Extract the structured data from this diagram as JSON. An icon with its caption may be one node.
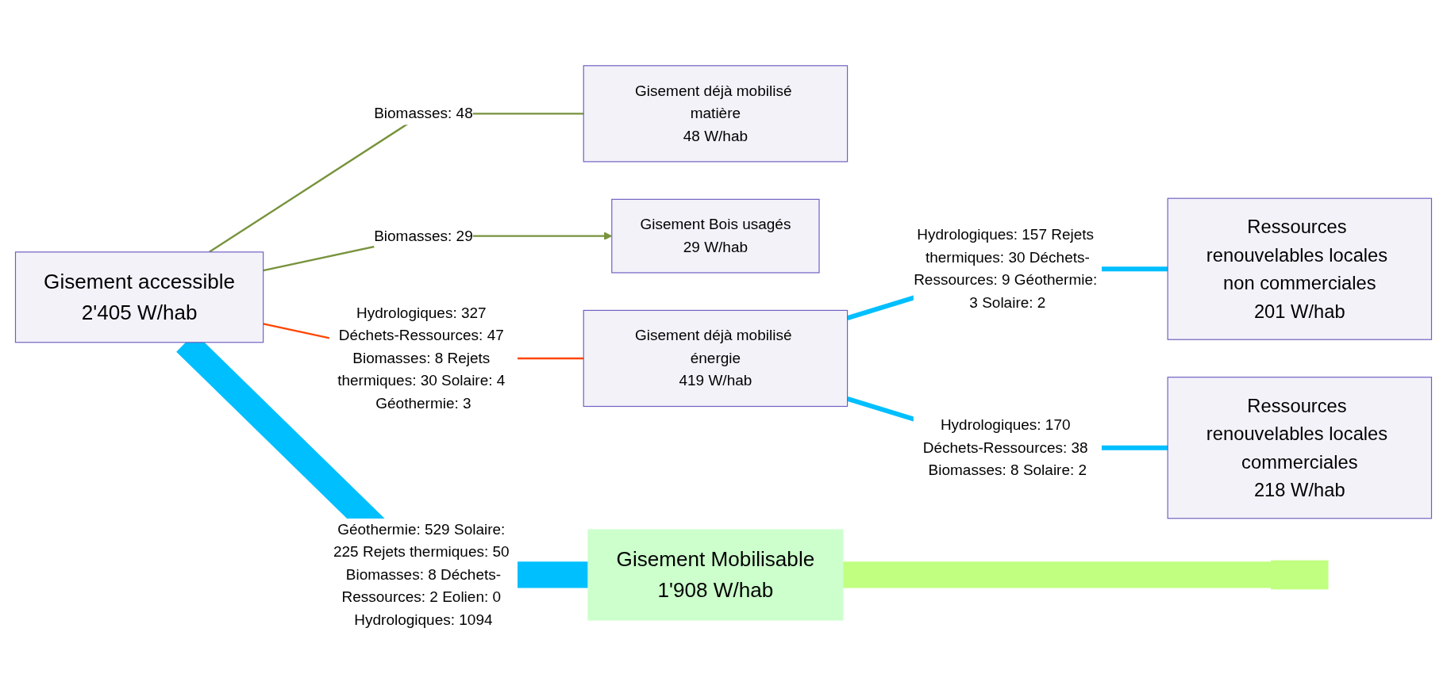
{
  "diagram": {
    "nodes": [
      {
        "text": [
          "Gisement accessible",
          "2'405 W/hab"
        ]
      },
      {
        "text": [
          "Gisement déjà mobilisé matière",
          "48 W/hab"
        ]
      },
      {
        "text": [
          "Gisement Bois usagés",
          "29 W/hab"
        ]
      },
      {
        "text": [
          "Gisement déjà mobilisé énergie",
          "419 W/hab"
        ]
      },
      {
        "text": [
          "Gisement Mobilisable",
          "1'908 W/hab"
        ]
      },
      {
        "text": [
          "Ressources renouvelables locales non commerciales",
          "201 W/hab"
        ]
      },
      {
        "text": [
          "Ressources renouvelables locales commerciales",
          "218 W/hab"
        ]
      },
      {
        "text": [],
        "shape": "bar"
      }
    ],
    "edges": [
      {
        "from": 0,
        "to": 1,
        "arrow": "none",
        "label": "Biomasses: 48",
        "color": "#77933c"
      },
      {
        "from": 0,
        "to": 2,
        "arrow": "to",
        "label": "Biomasses: 29",
        "color": "#77933c"
      },
      {
        "from": 0,
        "to": 3,
        "arrow": "none",
        "label": "Hydrologiques: 327 Déchets-Ressources: 47 Biomasses: 8 Rejets thermiques: 30 Solaire: 4 Géothermie: 3",
        "color": "#ff4500"
      },
      {
        "from": 0,
        "to": 4,
        "arrow": "none",
        "style": "thick",
        "label": "Géothermie: 529 Solaire: 225 Rejets thermiques: 50 Biomasses: 8 Déchets-Ressources: 2 Eolien: 0 Hydrologiques: 1094"
      },
      {
        "from": 3,
        "to": 5,
        "arrow": "none",
        "label": "Hydrologiques: 157 Rejets thermiques: 30 Déchets-Ressources: 9 Géothermie: 3 Solaire: 2"
      },
      {
        "from": 3,
        "to": 6,
        "arrow": "none",
        "label": "Hydrologiques: 170 Déchets-Ressources: 38 Biomasses: 8 Solaire: 2"
      },
      {
        "from": 4,
        "to": 7,
        "arrow": "none",
        "style": "thick",
        "color": "#c0ff80"
      }
    ]
  }
}
